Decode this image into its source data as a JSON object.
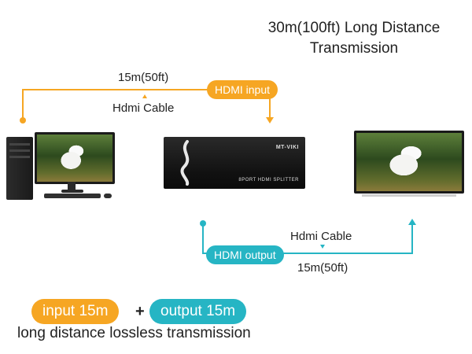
{
  "headline": {
    "line1": "30m(100ft)  Long Distance",
    "line2": "Transmission"
  },
  "input_link": {
    "length": "15m(50ft)",
    "cable": "Hdmi Cable",
    "badge": "HDMI input"
  },
  "output_link": {
    "cable": "Hdmi Cable",
    "badge": "HDMI output",
    "length": "15m(50ft)"
  },
  "device": {
    "brand": "MT-VIKI",
    "model": "8PORT HDMI SPLITTER"
  },
  "summary": {
    "input_pill": "input 15m",
    "plus": "+",
    "output_pill": "output 15m",
    "caption": "long distance lossless transmission"
  },
  "colors": {
    "orange": "#f6a623",
    "teal": "#26b5c4"
  }
}
